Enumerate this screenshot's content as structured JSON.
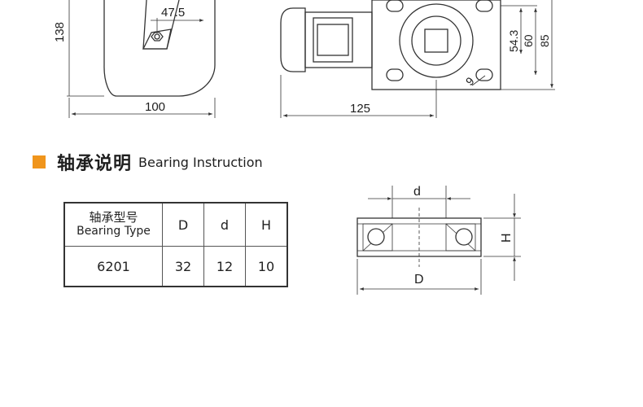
{
  "top_dims": {
    "offset": "47.5",
    "height": "138",
    "wheel_diameter": "100",
    "width": "125",
    "dim_543": "54.3",
    "dim_60": "60",
    "dim_85": "85",
    "hole": "9"
  },
  "section": {
    "title_cn": "轴承说明",
    "title_en": "Bearing Instruction",
    "marker_color": "#f0951c"
  },
  "bearing_table": {
    "header_cn": "轴承型号",
    "header_en": "Bearing Type",
    "columns": [
      "D",
      "d",
      "H"
    ],
    "row": {
      "type": "6201",
      "values": [
        "32",
        "12",
        "10"
      ]
    }
  },
  "bearing_diagram": {
    "label_d": "d",
    "label_D": "D",
    "label_H": "H"
  }
}
